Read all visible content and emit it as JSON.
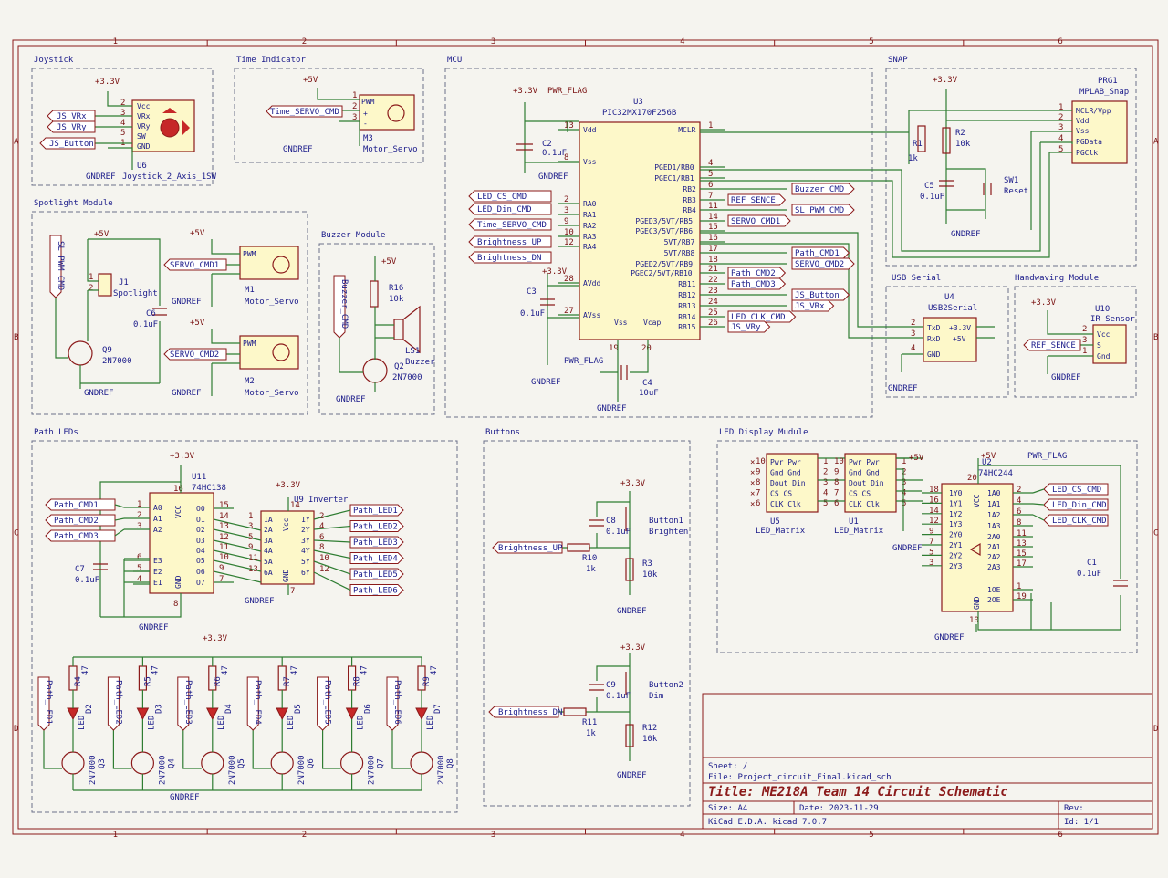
{
  "frame": {
    "columns": [
      "1",
      "2",
      "3",
      "4",
      "5",
      "6"
    ],
    "rows": [
      "A",
      "B",
      "C",
      "D"
    ]
  },
  "title_block": {
    "sheet": "Sheet: /",
    "file": "File: Project_circuit_Final.kicad_sch",
    "title": "Title: ME218A Team 14 Circuit Schematic",
    "size": "Size: A4",
    "date": "Date: 2023-11-29",
    "rev": "Rev:",
    "tool": "KiCad E.D.A.  kicad 7.0.7",
    "id": "Id: 1/1"
  },
  "modules": {
    "joystick": "Joystick",
    "time_indicator": "Time Indicator",
    "mcu": "MCU",
    "snap": "SNAP",
    "spotlight": "Spotlight Module",
    "buzzer": "Buzzer Module",
    "usb_serial": "USB Serial",
    "handwaving": "Handwaving Module",
    "path_leds": "Path LEDs",
    "buttons": "Buttons",
    "led_display": "LED Display Mudule"
  },
  "power": {
    "v33": "+3.3V",
    "v5": "+5V",
    "gnd": "GNDREF",
    "pwr_flag": "PWR_FLAG"
  },
  "joystick": {
    "ref": "U6",
    "value": "Joystick_2_Axis_1SW",
    "pins": [
      "Vcc",
      "VRx",
      "VRy",
      "SW",
      "GND"
    ],
    "pin_nums": [
      "2",
      "3",
      "4",
      "5",
      "1"
    ],
    "nets": [
      "JS_VRx",
      "JS_VRy",
      "JS_Button"
    ]
  },
  "time_indicator": {
    "net": "Time_SERVO_CMD",
    "ref": "M3",
    "value": "Motor_Servo",
    "pwm": "PWM",
    "p1": "1",
    "p2": "2",
    "p3": "3"
  },
  "mcu": {
    "ref": "U3",
    "value": "PIC32MX170F256B",
    "left_pins": [
      {
        "num": "13",
        "name": "Vdd"
      },
      {
        "num": "8",
        "name": "Vss"
      },
      {
        "num": "2",
        "name": "RA0",
        "net": "LED_CS_CMD"
      },
      {
        "num": "3",
        "name": "RA1",
        "net": "LED_Din_CMD"
      },
      {
        "num": "9",
        "name": "RA2",
        "net": "Time_SERVO_CMD"
      },
      {
        "num": "10",
        "name": "RA3",
        "net": "Brightness_UP"
      },
      {
        "num": "12",
        "name": "RA4",
        "net": "Brightness_DN"
      },
      {
        "num": "28",
        "name": "AVdd"
      },
      {
        "num": "27",
        "name": "AVss"
      }
    ],
    "right_pins": [
      {
        "num": "1",
        "name": "MCLR"
      },
      {
        "num": "4",
        "name": "PGED1/RB0"
      },
      {
        "num": "5",
        "name": "PGEC1/RB1"
      },
      {
        "num": "6",
        "name": "RB2",
        "net": "Buzzer_CMD"
      },
      {
        "num": "7",
        "name": "RB3",
        "net": "REF_SENCE"
      },
      {
        "num": "11",
        "name": "RB4",
        "net": "SL_PWM_CMD"
      },
      {
        "num": "14",
        "name": "PGED3/5VT/RB5",
        "net": "SERVO_CMD1"
      },
      {
        "num": "15",
        "name": "PGEC3/5VT/RB6"
      },
      {
        "num": "16",
        "name": "5VT/RB7"
      },
      {
        "num": "17",
        "name": "5VT/RB8",
        "net": "Path_CMD1"
      },
      {
        "num": "18",
        "name": "PGED2/5VT/RB9",
        "net": "SERVO_CMD2"
      },
      {
        "num": "21",
        "name": "PGEC2/5VT/RB10",
        "net": "Path_CMD2"
      },
      {
        "num": "22",
        "name": "RB11",
        "net": "Path_CMD3"
      },
      {
        "num": "23",
        "name": "RB12",
        "net": "JS_Button"
      },
      {
        "num": "24",
        "name": "RB13",
        "net": "JS_VRx"
      },
      {
        "num": "25",
        "name": "RB14",
        "net": "LED_CLK_CMD"
      },
      {
        "num": "26",
        "name": "RB15",
        "net": "JS_VRy"
      }
    ],
    "bottom_pins": [
      {
        "num": "19",
        "name": "Vss"
      },
      {
        "num": "20",
        "name": "Vcap"
      }
    ],
    "c2": {
      "ref": "C2",
      "value": "0.1uF"
    },
    "c3": {
      "ref": "C3",
      "value": "0.1uF"
    },
    "c4": {
      "ref": "C4",
      "value": "10uF"
    }
  },
  "snap": {
    "prg": {
      "ref": "PRG1",
      "value": "MPLAB_Snap",
      "pins": [
        "MCLR/Vpp",
        "Vdd",
        "Vss",
        "PGData",
        "PGClk"
      ],
      "pin_nums": [
        "1",
        "2",
        "3",
        "4",
        "5"
      ]
    },
    "r1": {
      "ref": "R1",
      "value": "1k"
    },
    "r2": {
      "ref": "R2",
      "value": "10k"
    },
    "c5": {
      "ref": "C5",
      "value": "0.1uF"
    },
    "sw": {
      "ref": "SW1",
      "value": "Reset"
    }
  },
  "spotlight": {
    "net": "SL_PWM_CMD",
    "j1": {
      "ref": "J1",
      "value": "Spotlight",
      "p1": "1",
      "p2": "2"
    },
    "c6": {
      "ref": "C6",
      "value": "0.1uF"
    },
    "q9": {
      "ref": "Q9",
      "value": "2N7000"
    },
    "m1": {
      "ref": "M1",
      "value": "Motor_Servo",
      "net": "SERVO_CMD1"
    },
    "m2": {
      "ref": "M2",
      "value": "Motor_Servo",
      "net": "SERVO_CMD2"
    }
  },
  "buzzer": {
    "net": "Buzzer_CMD",
    "r16": {
      "ref": "R16",
      "value": "10k"
    },
    "ls1": {
      "ref": "LS1",
      "value": "Buzzer"
    },
    "q2": {
      "ref": "Q2",
      "value": "2N7000"
    }
  },
  "usb": {
    "ref": "U4",
    "value": "USB2Serial",
    "pins": [
      "TxD",
      "RxD",
      "GND"
    ],
    "right": [
      "+3.3V",
      "+5V"
    ],
    "pin_nums": [
      "2",
      "3",
      "4"
    ]
  },
  "handwave": {
    "ref": "U10",
    "value": "IR Sensor",
    "net": "REF_SENCE",
    "pins": [
      "Vcc",
      "S",
      "Gnd"
    ],
    "pin_nums": [
      "2",
      "3",
      "1"
    ]
  },
  "path_leds": {
    "u11": {
      "ref": "U11",
      "value": "74HC138",
      "left": [
        "A0",
        "A1",
        "A2",
        "E3",
        "E2",
        "E1"
      ],
      "left_nums": [
        "1",
        "2",
        "3",
        "6",
        "5",
        "4"
      ],
      "right": [
        "O0",
        "O1",
        "O2",
        "O3",
        "O4",
        "O5",
        "O6",
        "O7"
      ],
      "right_nums": [
        "15",
        "14",
        "13",
        "12",
        "11",
        "10",
        "9",
        "7"
      ],
      "vcc": "VCC",
      "gnd": "GND",
      "vcc_num": "16",
      "gnd_num": "8"
    },
    "u9": {
      "ref": "U9",
      "value": "Inverter",
      "left": [
        "1A",
        "2A",
        "3A",
        "4A",
        "5A",
        "6A"
      ],
      "right": [
        "1Y",
        "2Y",
        "3Y",
        "4Y",
        "5Y",
        "6Y"
      ],
      "left_nums": [
        "1",
        "3",
        "5",
        "9",
        "11",
        "13"
      ],
      "right_nums": [
        "2",
        "4",
        "6",
        "8",
        "10",
        "12"
      ],
      "vcc": "Vcc",
      "gnd": "GND",
      "vcc_num": "14",
      "gnd_num": "7"
    },
    "in_nets": [
      "Path_CMD1",
      "Path_CMD2",
      "Path_CMD3"
    ],
    "out_nets": [
      "Path_LED1",
      "Path_LED2",
      "Path_LED3",
      "Path_LED4",
      "Path_LED5",
      "Path_LED6"
    ],
    "c7": {
      "ref": "C7",
      "value": "0.1uF"
    },
    "leds": [
      {
        "r": "R4",
        "rv": "47",
        "d": "D2",
        "q": "Q3"
      },
      {
        "r": "R5",
        "rv": "47",
        "d": "D3",
        "q": "Q4"
      },
      {
        "r": "R6",
        "rv": "47",
        "d": "D4",
        "q": "Q5"
      },
      {
        "r": "R7",
        "rv": "47",
        "d": "D5",
        "q": "Q6"
      },
      {
        "r": "R8",
        "rv": "47",
        "d": "D6",
        "q": "Q7"
      },
      {
        "r": "R9",
        "rv": "47",
        "d": "D7",
        "q": "Q8"
      }
    ],
    "led_word": "LED",
    "qtype": "2N7000"
  },
  "buttons": {
    "b1": {
      "net": "Brightness_UP",
      "r": "R10",
      "rv": "1k",
      "c": "C8",
      "cv": "0.1uF",
      "sw": "Button1",
      "swv": "Brighten",
      "rp": "R3",
      "rpv": "10k"
    },
    "b2": {
      "net": "Brightness_DN",
      "r": "R11",
      "rv": "1k",
      "c": "C9",
      "cv": "0.1uF",
      "sw": "Button2",
      "swv": "Dim",
      "rp": "R12",
      "rpv": "10k"
    }
  },
  "led_display": {
    "u5": {
      "ref": "U5",
      "value": "LED_Matrix"
    },
    "u1": {
      "ref": "U1",
      "value": "LED_Matrix"
    },
    "matrix_rows": [
      "Pwr Pwr",
      "Gnd Gnd",
      "Dout Din",
      "CS   CS",
      "CLK  Clk"
    ],
    "u5_left": [
      "10",
      "9",
      "8",
      "7",
      "6"
    ],
    "u5_right": [
      "1",
      "2",
      "3",
      "4",
      "5"
    ],
    "u1_left": [
      "10",
      "9",
      "8",
      "7",
      "6"
    ],
    "u1_right": [
      "1",
      "2",
      "3",
      "4",
      "5"
    ],
    "u2": {
      "ref": "U2",
      "value": "74HC244",
      "left": [
        "1Y0",
        "1Y1",
        "1Y2",
        "1Y3",
        "2Y0",
        "2Y1",
        "2Y2",
        "2Y3"
      ],
      "left_nums": [
        "18",
        "16",
        "14",
        "12",
        "9",
        "7",
        "5",
        "3"
      ],
      "right": [
        "1A0",
        "1A1",
        "1A2",
        "1A3",
        "2A0",
        "2A1",
        "2A2",
        "2A3",
        "1OE",
        "2OE"
      ],
      "right_nums": [
        "2",
        "4",
        "6",
        "8",
        "11",
        "13",
        "15",
        "17",
        "1",
        "19"
      ],
      "vcc": "VCC",
      "gnd": "GND",
      "vcc_num": "20",
      "gnd_num": "10"
    },
    "nets": [
      "LED_CS_CMD",
      "LED_Din_CMD",
      "LED_CLK_CMD"
    ],
    "c1": {
      "ref": "C1",
      "value": "0.1uF"
    }
  }
}
